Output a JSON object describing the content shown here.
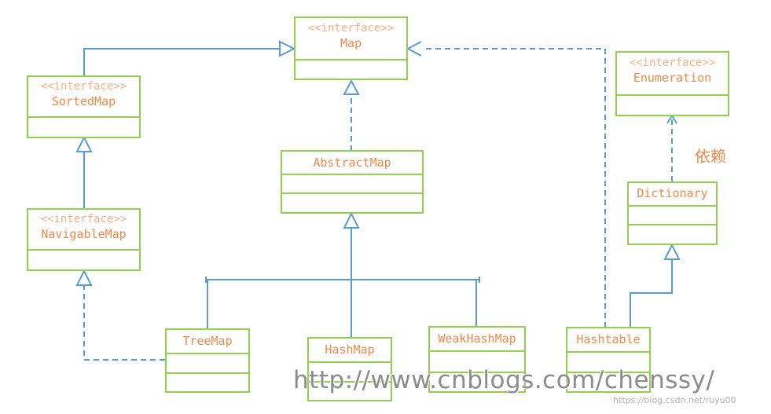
{
  "classes": {
    "map": {
      "stereotype": "<<interface>>",
      "name": "Map"
    },
    "sorted_map": {
      "stereotype": "<<interface>>",
      "name": "SortedMap"
    },
    "navigable_map": {
      "stereotype": "<<interface>>",
      "name": "NavigableMap"
    },
    "abstract_map": {
      "name": "AbstractMap"
    },
    "enumeration": {
      "stereotype": "<<interface>>",
      "name": "Enumeration"
    },
    "dictionary": {
      "name": "Dictionary"
    },
    "tree_map": {
      "name": "TreeMap"
    },
    "hash_map": {
      "name": "HashMap"
    },
    "weak_hash_map": {
      "name": "WeakHashMap"
    },
    "hashtable": {
      "name": "Hashtable"
    }
  },
  "annotations": {
    "dependency_label": "依赖"
  },
  "watermark": {
    "main": "http://www.cnblogs.com/chenssy/",
    "small": "https://blog.csdn.net/ruyu00"
  },
  "colors": {
    "box_border": "#92d050",
    "connector": "#5b9bd5",
    "text": "#f08a4b",
    "stereotype": "#f6b08a"
  }
}
